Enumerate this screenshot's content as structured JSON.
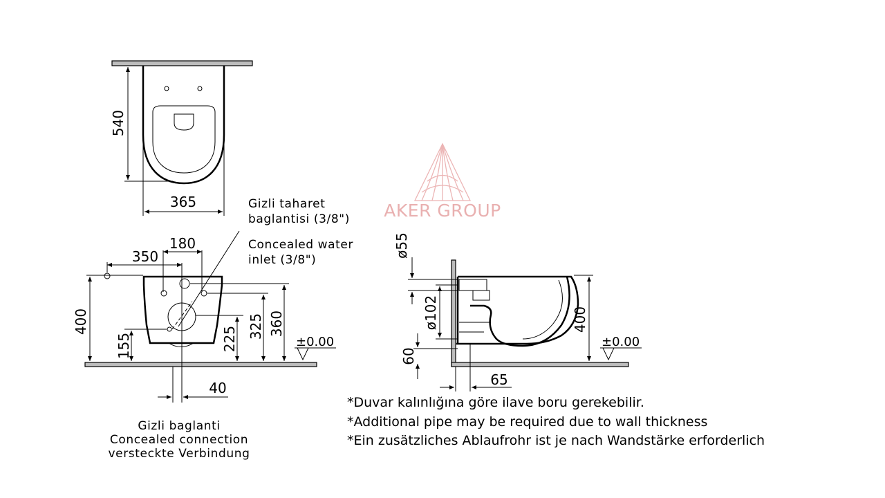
{
  "watermark": {
    "text": "AKER GROUP",
    "color": "#e6a9a9"
  },
  "top_view": {
    "depth": "540",
    "width": "365"
  },
  "front_view": {
    "dim_350": "350",
    "dim_180": "180",
    "dim_400": "400",
    "dim_155": "155",
    "dim_225": "225",
    "dim_325": "325",
    "dim_360": "360",
    "dim_40": "40",
    "floor_level": "±0.00"
  },
  "side_view": {
    "dim_55": "ø55",
    "dim_102": "ø102",
    "dim_60": "60",
    "dim_65": "65",
    "dim_400": "400",
    "floor_level": "±0.00"
  },
  "callout_water": {
    "line1": "Gizli taharet",
    "line2": "baglantisi (3/8\")",
    "line3": "Concealed water",
    "line4": "inlet (3/8\")"
  },
  "callout_connection": {
    "line1": "Gizli baglanti",
    "line2": "Concealed connection",
    "line3": "versteckte Verbindung"
  },
  "notes": [
    "*Duvar kalınlığına göre ilave boru gerekebilir.",
    "*Additional pipe may be required due to wall thickness",
    "*Ein zusätzliches Ablaufrohr ist je nach Wandstärke erforderlich"
  ]
}
